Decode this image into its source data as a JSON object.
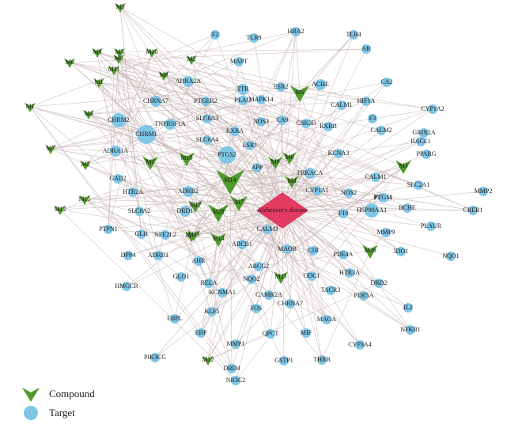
{
  "colors": {
    "target": "#7fc6e6",
    "compound": "#4e9a2a",
    "disease": "#e23b62",
    "edge": "#c9b7b7"
  },
  "center": {
    "label": "Alzheimer's disease"
  },
  "legend": {
    "compound_label": "Compound",
    "target_label": "Target"
  },
  "compounds": [
    "M5",
    "M8",
    "M3",
    "M5",
    "M10",
    "M2",
    "M6",
    "M9",
    "M1",
    "M11",
    "M1",
    "M4",
    "M5",
    "M7",
    "M2",
    "M1",
    "M10",
    "M9",
    "M6",
    "M4",
    "M3",
    "M15",
    "M12",
    "M14",
    "M7",
    "M28",
    "M21",
    "M14",
    "M17",
    "M13",
    "M23",
    "M26",
    "M12",
    "M22",
    "M11",
    "M24"
  ],
  "targets": [
    "F2",
    "TLR9",
    "HBA2",
    "TLR4",
    "AR",
    "MAPT",
    "CA2",
    "ADRA2A",
    "TTR",
    "ESR2",
    "ACHE",
    "CHRNA7",
    "PTGER2",
    "PLAU",
    "MAPK14",
    "HIF1A",
    "CYP1A2",
    "CALM1",
    "CHRM2",
    "TNFRSF1A",
    "SLC6A3",
    "NOS3",
    "CA9",
    "GSK3B",
    "RXRB",
    "F3",
    "CHRM1",
    "RXRA",
    "CALM2",
    "GRIN2A",
    "BACE1",
    "SLC6A4",
    "ESR1",
    "PPARG",
    "ADRA1A",
    "PTGS2",
    "KCNA3",
    "APP",
    "PRKACA",
    "CALM1",
    "GAD2",
    "ADRB2",
    "MMP2",
    "CYP1A1",
    "SLC2A1",
    "HTR2A",
    "NOS2",
    "PTGS1",
    "BCHE",
    "CREB1",
    "SLC6A2",
    "DRD1",
    "HSP90AA1",
    "F10",
    "PTPN1",
    "GLI1",
    "NFE2L2",
    "PLAUR",
    "MMP9",
    "CALM3",
    "PTGS1",
    "ABCB1",
    "DPP4",
    "ADRB1",
    "MAOB",
    "C1R",
    "PDE4A",
    "IDO1",
    "NQO1",
    "AHR",
    "ABCG2",
    "GLO1",
    "HMGCR",
    "RELA",
    "NQO2",
    "ODC1",
    "HTR3A",
    "KCNMA1",
    "DRD2",
    "CAMK2A",
    "TACR3",
    "PDE5A",
    "KLF5",
    "IL2",
    "EBPL",
    "FOS",
    "CHRNA7",
    "MAOA",
    "NFKB1",
    "EBP",
    "MMP1",
    "QPCT",
    "CYP3A4",
    "MIF",
    "DRD4",
    "THRB",
    "PIK3CG",
    "GSTP1",
    "NR3C2"
  ]
}
